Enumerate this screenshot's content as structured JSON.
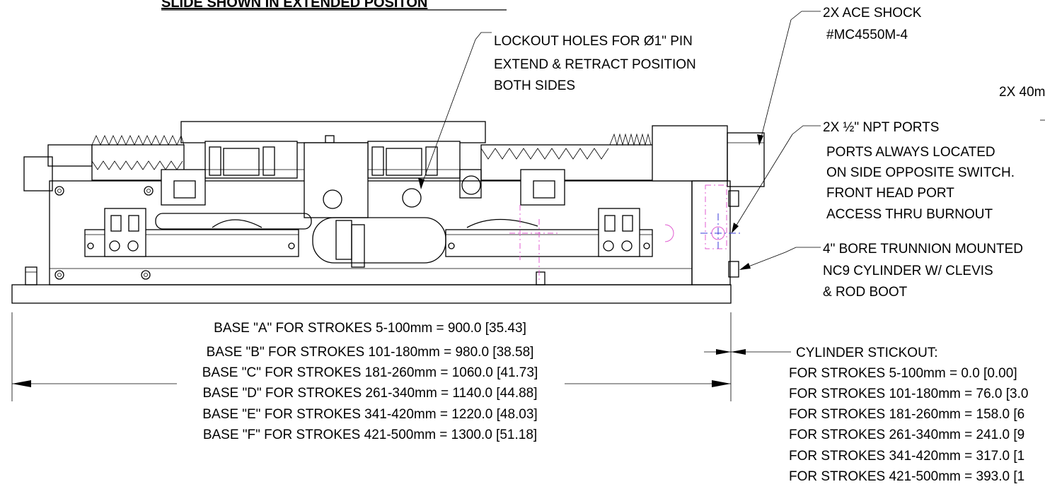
{
  "title": "SLIDE SHOWN IN EXTENDED POSITON",
  "callouts": {
    "lockout": [
      "LOCKOUT HOLES FOR Ø1\" PIN",
      "EXTEND & RETRACT POSITION",
      "BOTH SIDES"
    ],
    "shock": [
      "2X ACE SHOCK",
      "#MC4550M-4"
    ],
    "mm40": "2X 40m",
    "ports": [
      "2X ½\" NPT PORTS",
      "PORTS ALWAYS LOCATED",
      "ON SIDE OPPOSITE SWITCH.",
      "FRONT HEAD PORT",
      "ACCESS THRU BURNOUT"
    ],
    "cylinder": [
      "4\" BORE TRUNNION MOUNTED",
      "NC9 CYLINDER W/ CLEVIS",
      "& ROD BOOT"
    ]
  },
  "base_dimensions": [
    "BASE \"A\" FOR STROKES 5-100mm = 900.0 [35.43]",
    "BASE \"B\" FOR STROKES 101-180mm = 980.0 [38.58]",
    "BASE \"C\" FOR STROKES 181-260mm = 1060.0 [41.73]",
    "BASE \"D\" FOR STROKES 261-340mm = 1140.0 [44.88]",
    "BASE \"E\" FOR STROKES 341-420mm = 1220.0 [48.03]",
    "BASE \"F\" FOR STROKES 421-500mm = 1300.0 [51.18]"
  ],
  "stickout": {
    "heading": "CYLINDER STICKOUT:",
    "lines": [
      "FOR STROKES 5-100mm = 0.0 [0.00]",
      "FOR STROKES 101-180mm = 76.0 [3.0",
      "FOR STROKES 181-260mm = 158.0 [6",
      "FOR STROKES 261-340mm = 241.0 [9",
      "FOR STROKES 341-420mm = 317.0 [1",
      "FOR STROKES 421-500mm = 393.0 [1"
    ]
  }
}
